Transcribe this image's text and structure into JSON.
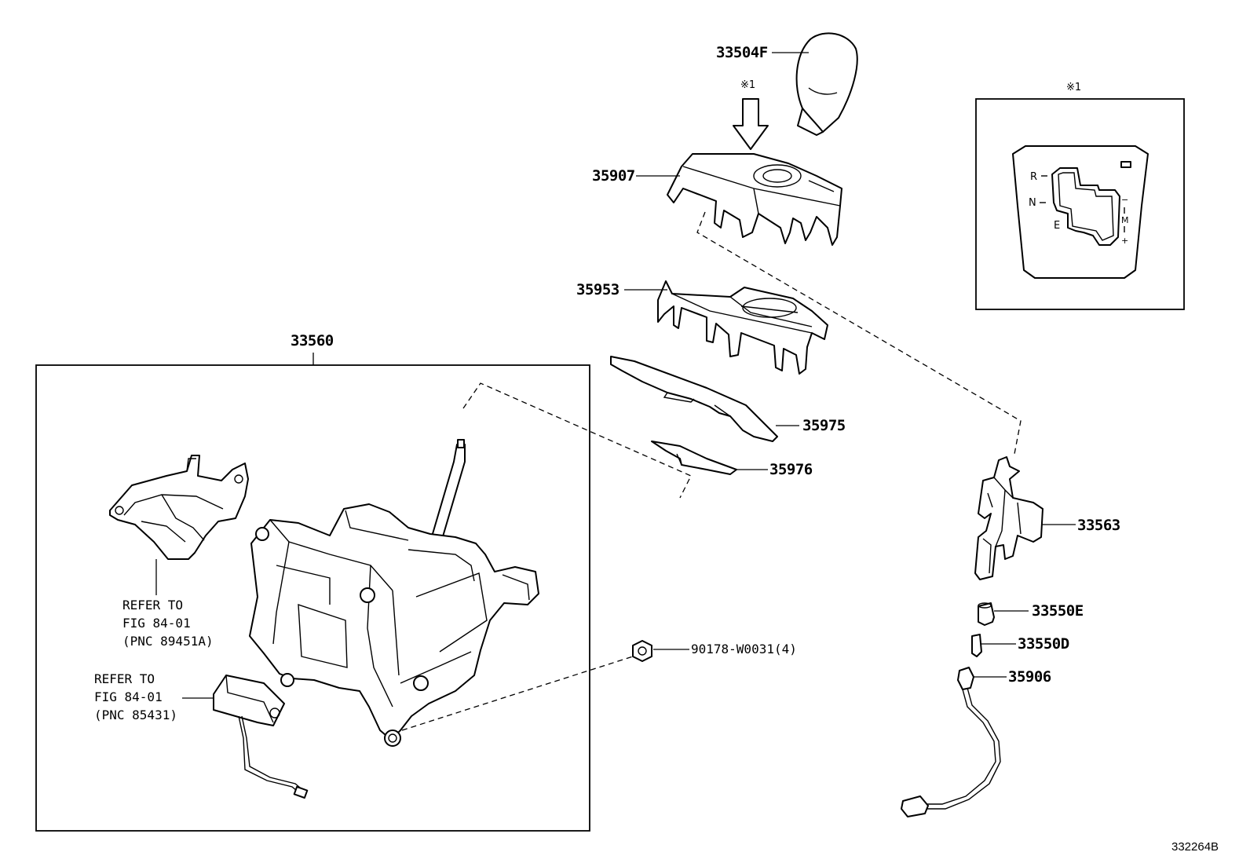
{
  "callouts": {
    "knob": "33504F",
    "indicator_cover": "35907",
    "housing": "35953",
    "slide_plate": "35975",
    "slide_plate_small": "35976",
    "shift_lever_assy": "33560",
    "lock_solenoid": "33563",
    "bulb_socket": "33550E",
    "bulb": "33550D",
    "wire_harness": "35906",
    "nut": "90178-W0031(4)"
  },
  "refer_notes": {
    "upper": [
      "REFER TO",
      "FIG 84-01",
      "(PNC 89451A)"
    ],
    "lower": [
      "REFER TO",
      "FIG 84-01",
      "(PNC 85431)"
    ]
  },
  "view_marker": "※1",
  "indicator_panel": {
    "marker": "※1",
    "positions": [
      "R",
      "N",
      "E"
    ],
    "manual": [
      "−",
      "M",
      "+"
    ]
  },
  "figure_code": "332264B"
}
